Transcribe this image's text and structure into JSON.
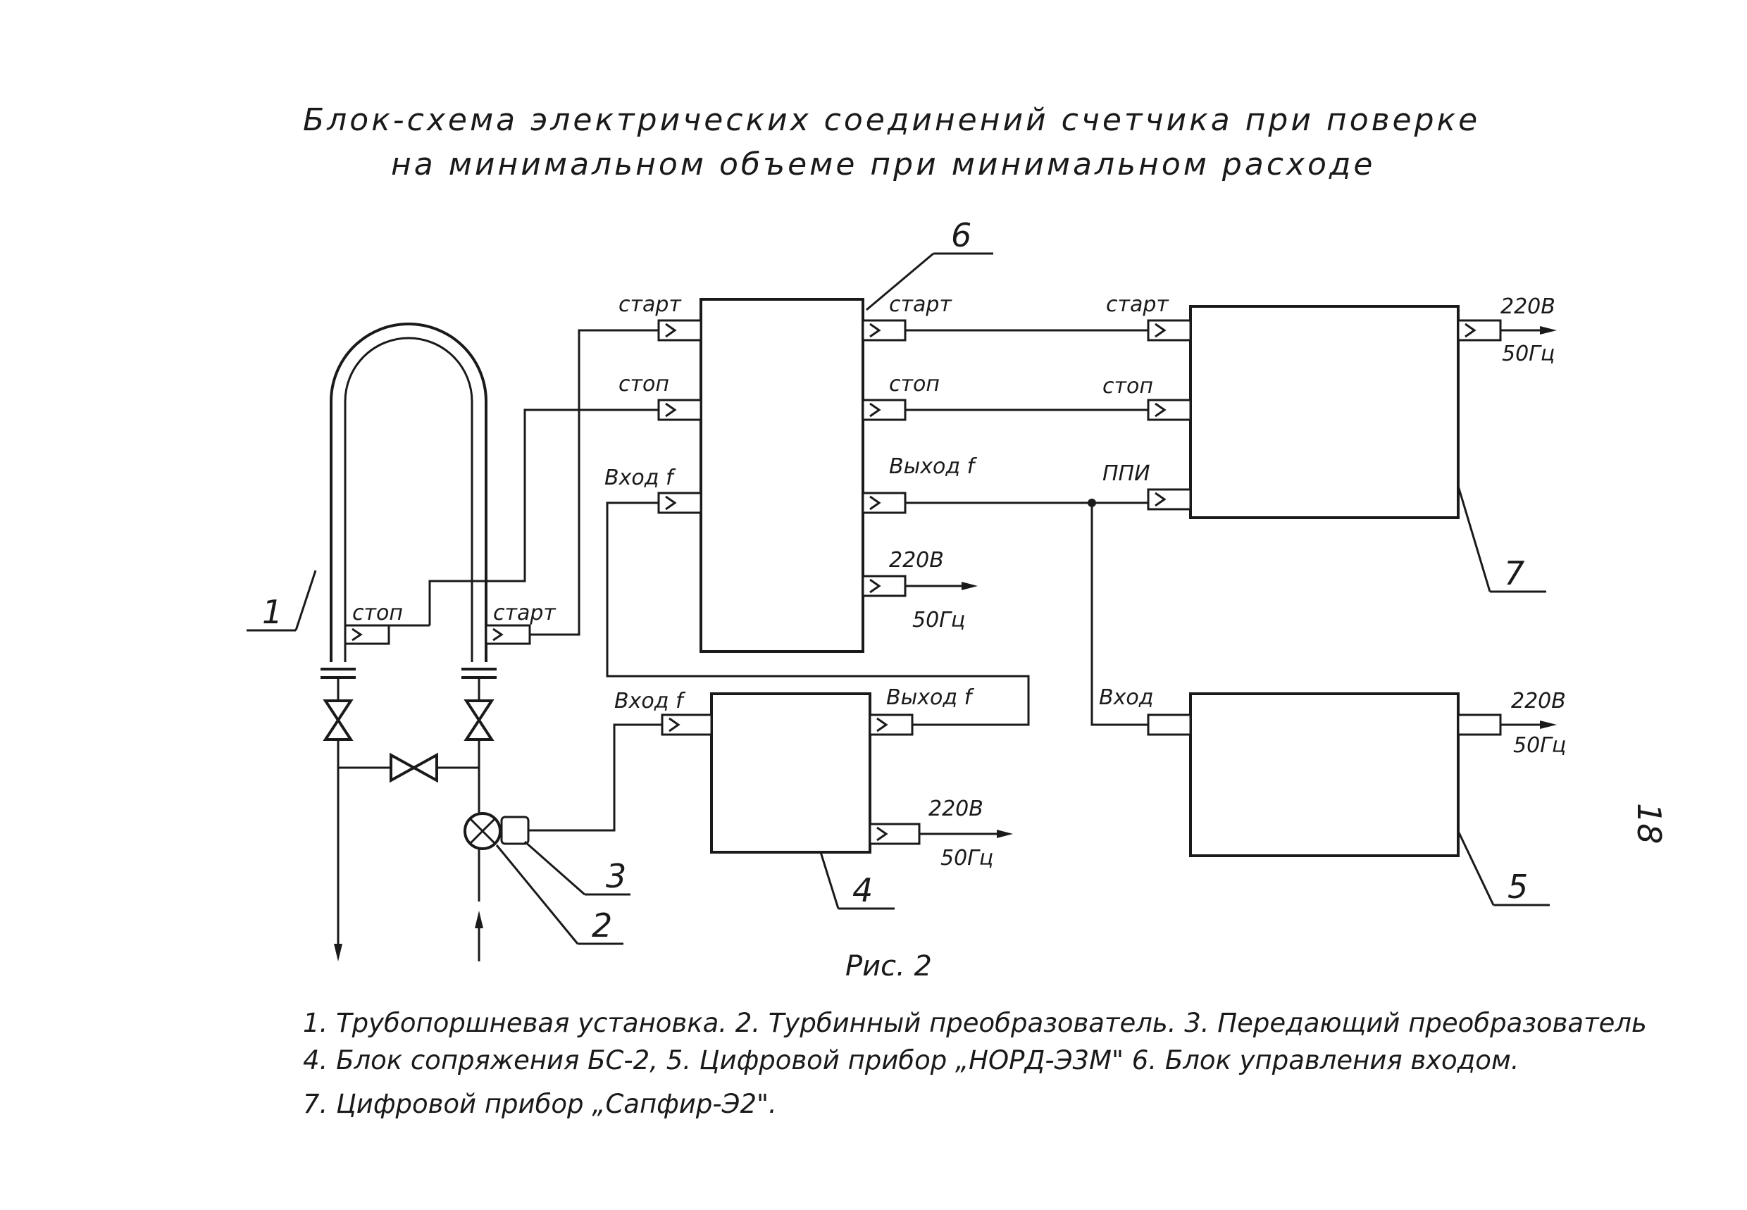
{
  "title": {
    "line1": "Блок-схема электрических соединений счетчика при поверке",
    "line2": "на минимальном объеме при минимальном расходе"
  },
  "labels": {
    "start": "старт",
    "stop": "стоп",
    "input_f": "Вход f",
    "output_f": "Выход f",
    "ppi": "ППИ",
    "input": "Вход",
    "v220": "220В",
    "hz50": "50Гц"
  },
  "numbers": {
    "n1": "1",
    "n2": "2",
    "n3": "3",
    "n4": "4",
    "n5": "5",
    "n6": "6",
    "n7": "7"
  },
  "caption": "Рис. 2",
  "page_number": "18",
  "legend": {
    "line1": "1. Трубопоршневая установка.  2. Турбинный преобразователь. 3. Передающий преобразователь",
    "line2": "4. Блок сопряжения БС-2,  5. Цифровой прибор „НОРД-Э3М\" 6. Блок управления входом.",
    "line3": "7. Цифровой прибор „Сапфир-Э2\"."
  }
}
